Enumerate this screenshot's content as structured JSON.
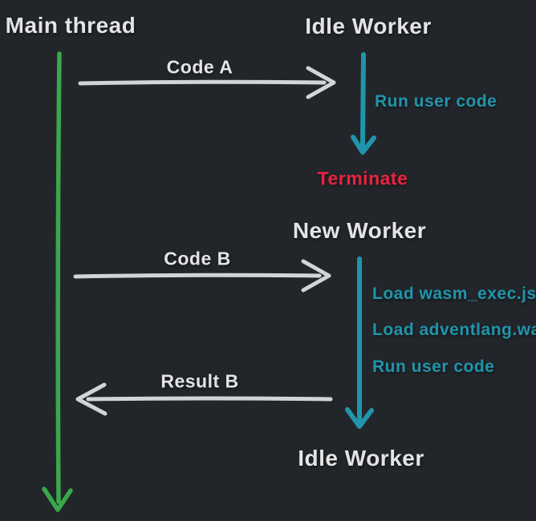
{
  "colors": {
    "bg": "#22262b",
    "text": "#e4e4e4",
    "green": "#3aa84a",
    "teal": "#2095ab",
    "red": "#e82440",
    "gray": "#d2d4d6"
  },
  "diagram": {
    "actors": [
      {
        "label": "Main thread"
      },
      {
        "label": "Idle Worker"
      },
      {
        "label": "New Worker"
      },
      {
        "label": "Idle Worker"
      }
    ],
    "messages": [
      {
        "label": "Code A"
      },
      {
        "label": "Run user code"
      },
      {
        "label": "Terminate"
      },
      {
        "label": "Code B"
      },
      {
        "label": "Load wasm_exec.js"
      },
      {
        "label": "Load adventlang.wasm"
      },
      {
        "label": "Run user code"
      },
      {
        "label": "Result B"
      }
    ]
  }
}
